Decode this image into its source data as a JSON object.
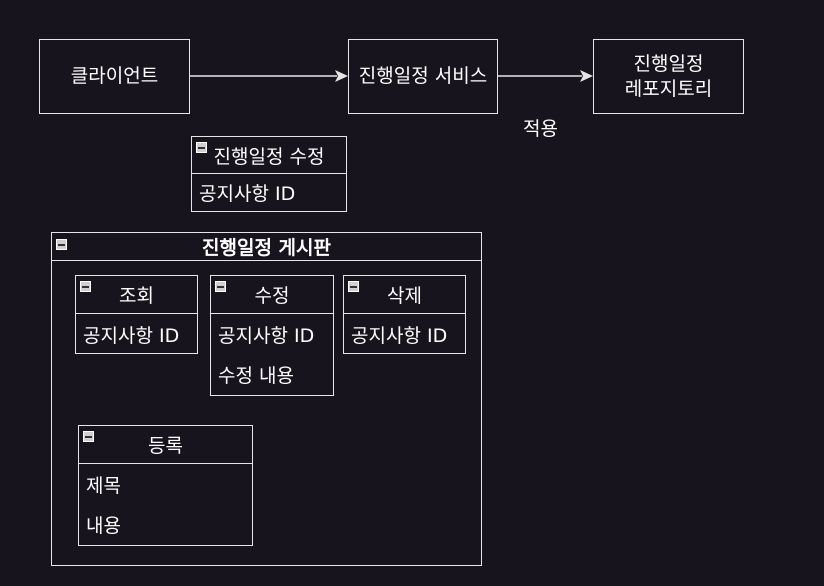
{
  "nodes": {
    "client": "클라이언트",
    "service": "진행일정 서비스",
    "repository_line1": "진행일정",
    "repository_line2": "레포지토리"
  },
  "edge_label": "적용",
  "update_schema": {
    "title": "진행일정 수정",
    "fields": [
      "공지사항 ID"
    ]
  },
  "board": {
    "title": "진행일정 게시판",
    "lookup": {
      "title": "조회",
      "fields": [
        "공지사항 ID"
      ]
    },
    "edit": {
      "title": "수정",
      "fields": [
        "공지사항 ID",
        "수정 내용"
      ]
    },
    "delete": {
      "title": "삭제",
      "fields": [
        "공지사항 ID"
      ]
    },
    "register": {
      "title": "등록",
      "fields": [
        "제목",
        "내용"
      ]
    }
  },
  "colors": {
    "background": "#18141d",
    "stroke": "#e6e6e6",
    "text": "#ffffff"
  }
}
